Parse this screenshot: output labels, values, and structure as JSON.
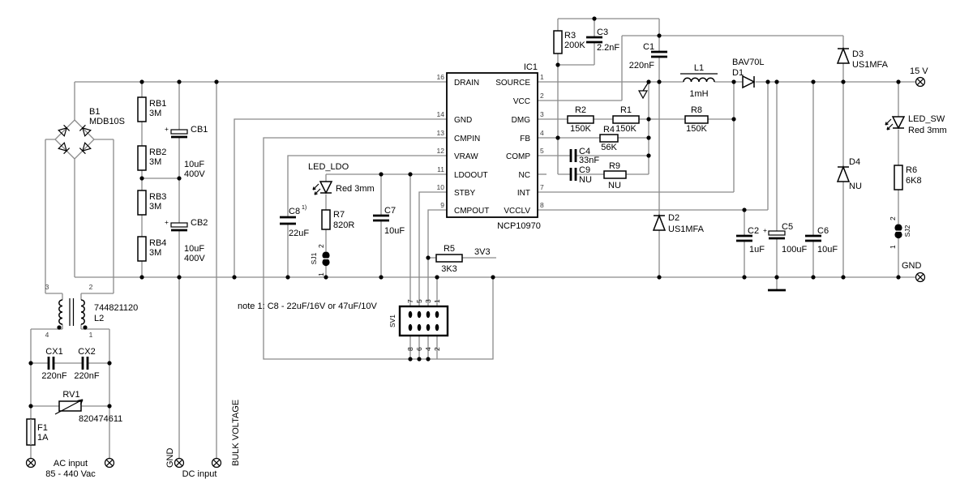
{
  "ic": {
    "ref": "IC1",
    "part": "NCP10970",
    "left": [
      {
        "n": "16",
        "l": "DRAIN"
      },
      {
        "n": "14",
        "l": "GND"
      },
      {
        "n": "13",
        "l": "CMPIN"
      },
      {
        "n": "12",
        "l": "VRAW"
      },
      {
        "n": "11",
        "l": "LDOOUT"
      },
      {
        "n": "10",
        "l": "STBY"
      },
      {
        "n": "9",
        "l": "CMPOUT"
      }
    ],
    "right": [
      {
        "n": "1",
        "l": "SOURCE"
      },
      {
        "n": "2",
        "l": "VCC"
      },
      {
        "n": "3",
        "l": "DMG"
      },
      {
        "n": "4",
        "l": "FB"
      },
      {
        "n": "5",
        "l": "COMP"
      },
      {
        "n": "",
        "l": "NC"
      },
      {
        "n": "7",
        "l": "INT"
      },
      {
        "n": "8",
        "l": "VCCLV"
      }
    ]
  },
  "parts": {
    "b1": {
      "ref": "B1",
      "val": "MDB10S"
    },
    "rb1": {
      "ref": "RB1",
      "val": "3M"
    },
    "rb2": {
      "ref": "RB2",
      "val": "3M"
    },
    "rb3": {
      "ref": "RB3",
      "val": "3M"
    },
    "rb4": {
      "ref": "RB4",
      "val": "3M"
    },
    "cb1": {
      "ref": "CB1",
      "val1": "10uF",
      "val2": "400V",
      "plus": "+"
    },
    "cb2": {
      "ref": "CB2",
      "val1": "10uF",
      "val2": "400V",
      "plus": "+"
    },
    "l2": {
      "ref": "L2",
      "val": "744821120",
      "p1": "1",
      "p2": "2",
      "p3": "3",
      "p4": "4"
    },
    "cx1": {
      "ref": "CX1",
      "val": "220nF"
    },
    "cx2": {
      "ref": "CX2",
      "val": "220nF"
    },
    "rv1": {
      "ref": "RV1",
      "val": "820474611"
    },
    "f1": {
      "ref": "F1",
      "val": "1A"
    },
    "r3": {
      "ref": "R3",
      "val": "200K"
    },
    "c3": {
      "ref": "C3",
      "val": "2.2nF"
    },
    "c1": {
      "ref": "C1",
      "val": "220nF"
    },
    "l1": {
      "ref": "L1",
      "val": "1mH"
    },
    "d1": {
      "ref": "D1",
      "val": "BAV70L"
    },
    "r2": {
      "ref": "R2",
      "val": "150K"
    },
    "r1": {
      "ref": "R1",
      "val": "150K"
    },
    "r8": {
      "ref": "R8",
      "val": "150K"
    },
    "r4": {
      "ref": "R4",
      "val": "56K"
    },
    "c4": {
      "ref": "C4",
      "val": "33nF"
    },
    "c9": {
      "ref": "C9",
      "val": "NU"
    },
    "r9": {
      "ref": "R9",
      "val": "NU"
    },
    "d3": {
      "ref": "D3",
      "val": "US1MFA"
    },
    "d4": {
      "ref": "D4",
      "val": "NU"
    },
    "d2": {
      "ref": "D2",
      "val": "US1MFA"
    },
    "c2": {
      "ref": "C2",
      "val": "1uF"
    },
    "c5": {
      "ref": "C5",
      "val": "100uF",
      "plus": "+"
    },
    "c6": {
      "ref": "C6",
      "val": "10uF"
    },
    "led_sw": {
      "ref": "LED_SW",
      "val": "Red 3mm"
    },
    "r6": {
      "ref": "R6",
      "val": "6K8"
    },
    "sj2": {
      "ref": "SJ2",
      "p1": "1",
      "p2": "2"
    },
    "led_ldo": {
      "ref": "LED_LDO",
      "val": "Red 3mm"
    },
    "c8": {
      "ref": "C8",
      "sup": "1)",
      "val": "22uF"
    },
    "r7": {
      "ref": "R7",
      "val": "820R"
    },
    "c7": {
      "ref": "C7",
      "val": "10uF"
    },
    "sj1": {
      "ref": "SJ1",
      "p1": "1",
      "p2": "2"
    },
    "r5": {
      "ref": "R5",
      "val": "3K3"
    },
    "sv1": {
      "ref": "SV1",
      "top": [
        "7",
        "5",
        "3",
        "1"
      ],
      "bottom": [
        "8",
        "6",
        "4",
        "2"
      ]
    }
  },
  "ports": {
    "v15": "15 V",
    "gnd_right": "GND",
    "v3": "3V3",
    "ac1": "AC input",
    "ac2": "85 - 440 Vac",
    "gnd_bottom": "GND",
    "dc": "DC input",
    "bulk": "BULK VOLTAGE"
  },
  "note": "note 1: C8 - 22uF/16V or 47uF/10V",
  "colors": {
    "background": "#ffffff",
    "wire": "#8a8a8a",
    "symbol": "#000000",
    "text": "#000000"
  }
}
